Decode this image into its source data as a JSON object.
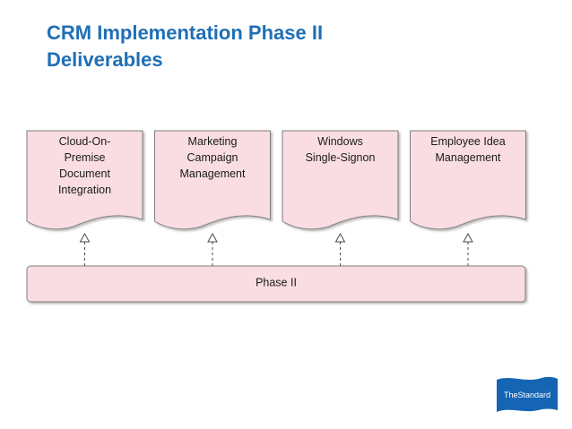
{
  "title": {
    "line1": "CRM Implementation Phase II",
    "line2": "Deliverables"
  },
  "diagram": {
    "deliverables": [
      {
        "lines": [
          "Cloud-On-",
          "Premise",
          "Document",
          "Integration"
        ]
      },
      {
        "lines": [
          "Marketing",
          "Campaign",
          "Management"
        ]
      },
      {
        "lines": [
          "Windows",
          "Single-Signon"
        ]
      },
      {
        "lines": [
          "Employee Idea",
          "Management"
        ]
      }
    ],
    "phase_label": "Phase II"
  },
  "logo": {
    "text": "TheStandard"
  },
  "colors": {
    "title": "#1f6fb6",
    "box_fill": "#f9dde2",
    "box_stroke": "#7f7f7f",
    "logo_blue": "#1565b4"
  }
}
